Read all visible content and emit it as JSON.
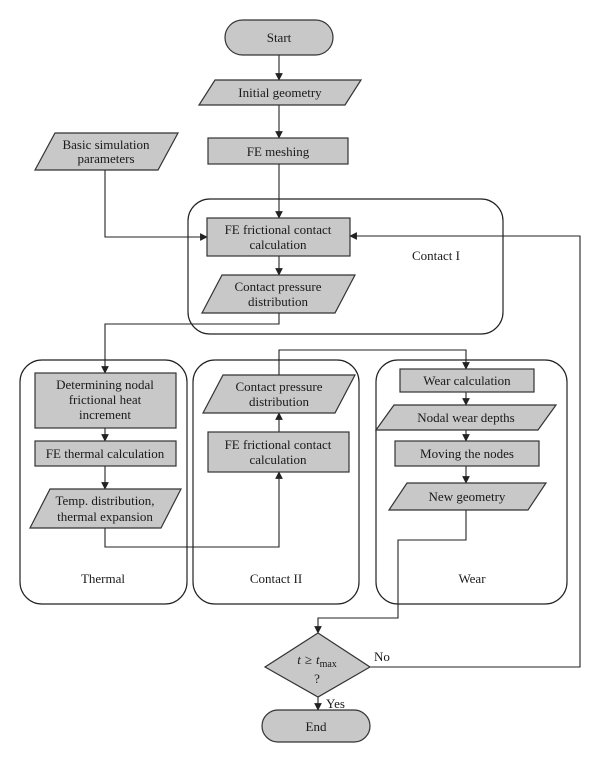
{
  "nodes": {
    "start": "Start",
    "initial_geometry": "Initial geometry",
    "basic_params_l1": "Basic simulation",
    "basic_params_l2": "parameters",
    "fe_meshing": "FE meshing",
    "fe_contact1_l1": "FE frictional contact",
    "fe_contact1_l2": "calculation",
    "pressure1_l1": "Contact pressure",
    "pressure1_l2": "distribution",
    "nodal_heat_l1": "Determining nodal",
    "nodal_heat_l2": "frictional heat",
    "nodal_heat_l3": "increment",
    "fe_thermal": "FE thermal calculation",
    "temp_dist_l1": "Temp. distribution,",
    "temp_dist_l2": "thermal expansion",
    "pressure2_l1": "Contact pressure",
    "pressure2_l2": "distribution",
    "fe_contact2_l1": "FE frictional contact",
    "fe_contact2_l2": "calculation",
    "wear_calc": "Wear calculation",
    "nodal_wear": "Nodal wear depths",
    "moving_nodes": "Moving the nodes",
    "new_geometry": "New geometry",
    "decision_var": "t",
    "decision_op": "≥",
    "decision_rhs": "t",
    "decision_sub": "max",
    "decision_q": "?",
    "end": "End"
  },
  "groups": {
    "contact1": "Contact I",
    "thermal": "Thermal",
    "contact2": "Contact II",
    "wear": "Wear"
  },
  "edges": {
    "no": "No",
    "yes": "Yes"
  },
  "colors": {
    "shape_fill": "#c8c8c8",
    "stroke": "#222222"
  }
}
